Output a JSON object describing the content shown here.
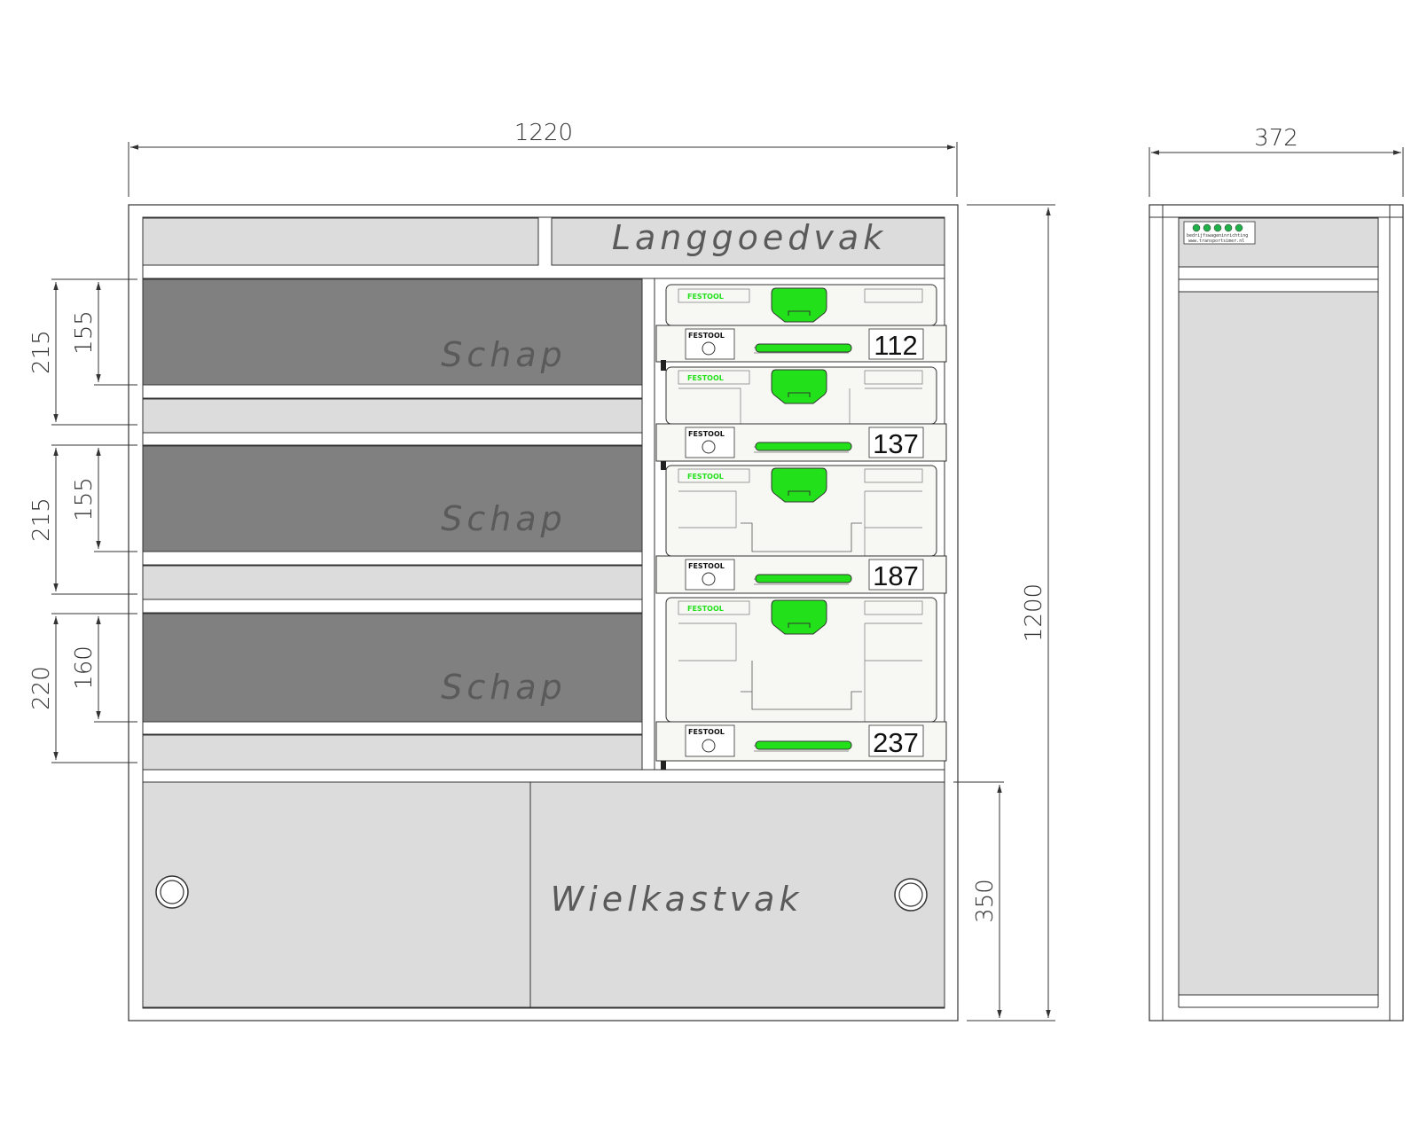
{
  "dimensions": {
    "front_width": "1220",
    "side_depth": "372",
    "total_height": "1200",
    "wheel_bay_height": "350",
    "shelves": [
      {
        "outer": "215",
        "inner": "155"
      },
      {
        "outer": "215",
        "inner": "155"
      },
      {
        "outer": "220",
        "inner": "160"
      }
    ]
  },
  "compartments": {
    "top": "Langgoedvak",
    "shelves": [
      "Schap",
      "Schap",
      "Schap"
    ],
    "bottom": "Wielkastvak"
  },
  "systainers": [
    {
      "brand": "FESTOOL",
      "number": "112"
    },
    {
      "brand": "FESTOOL",
      "number": "137"
    },
    {
      "brand": "FESTOOL",
      "number": "187"
    },
    {
      "brand": "FESTOOL",
      "number": "237"
    }
  ],
  "side_logo": {
    "line1": "bedrijfswageninrichting",
    "line2": "www.transportsimer.nl"
  },
  "colors": {
    "panel_light": "#dcdcdc",
    "panel_dark": "#808080",
    "outline": "#333333",
    "festool_green": "#22e01a",
    "systainer_body": "#f7f7f3"
  }
}
